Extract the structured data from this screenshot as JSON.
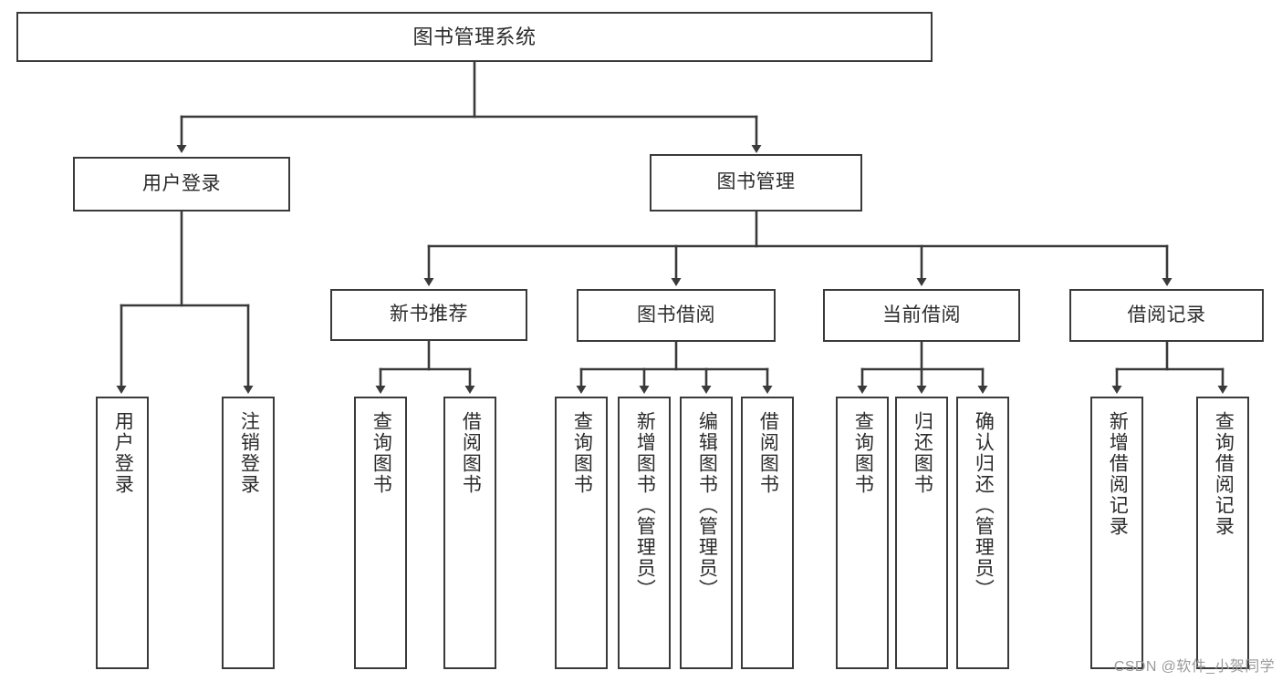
{
  "diagram": {
    "title": "图书管理系统",
    "root": {
      "label": "图书管理系统"
    },
    "tier1": [
      {
        "label": "用户登录"
      },
      {
        "label": "图书管理"
      }
    ],
    "tier2": [
      {
        "label": "新书推荐"
      },
      {
        "label": "图书借阅"
      },
      {
        "label": "当前借阅"
      },
      {
        "label": "借阅记录"
      }
    ],
    "leaves": {
      "user_login": [
        {
          "label": "用户登录"
        },
        {
          "label": "注销登录"
        }
      ],
      "new_book": [
        {
          "label": "查询图书"
        },
        {
          "label": "借阅图书"
        }
      ],
      "borrow_book": [
        {
          "label": "查询图书"
        },
        {
          "label": "新增图书（管理员）"
        },
        {
          "label": "编辑图书（管理员）"
        },
        {
          "label": "借阅图书"
        }
      ],
      "current_borrow": [
        {
          "label": "查询图书"
        },
        {
          "label": "归还图书"
        },
        {
          "label": "确认归还（管理员）"
        }
      ],
      "borrow_record": [
        {
          "label": "新增借阅记录"
        },
        {
          "label": "查询借阅记录"
        }
      ]
    }
  },
  "watermark": {
    "text": "CSDN @软件_小贺同学"
  },
  "colors": {
    "stroke": "#3a3a3a",
    "text": "#2b2b2b",
    "background": "#ffffff",
    "watermark": "#9a9a9a"
  }
}
